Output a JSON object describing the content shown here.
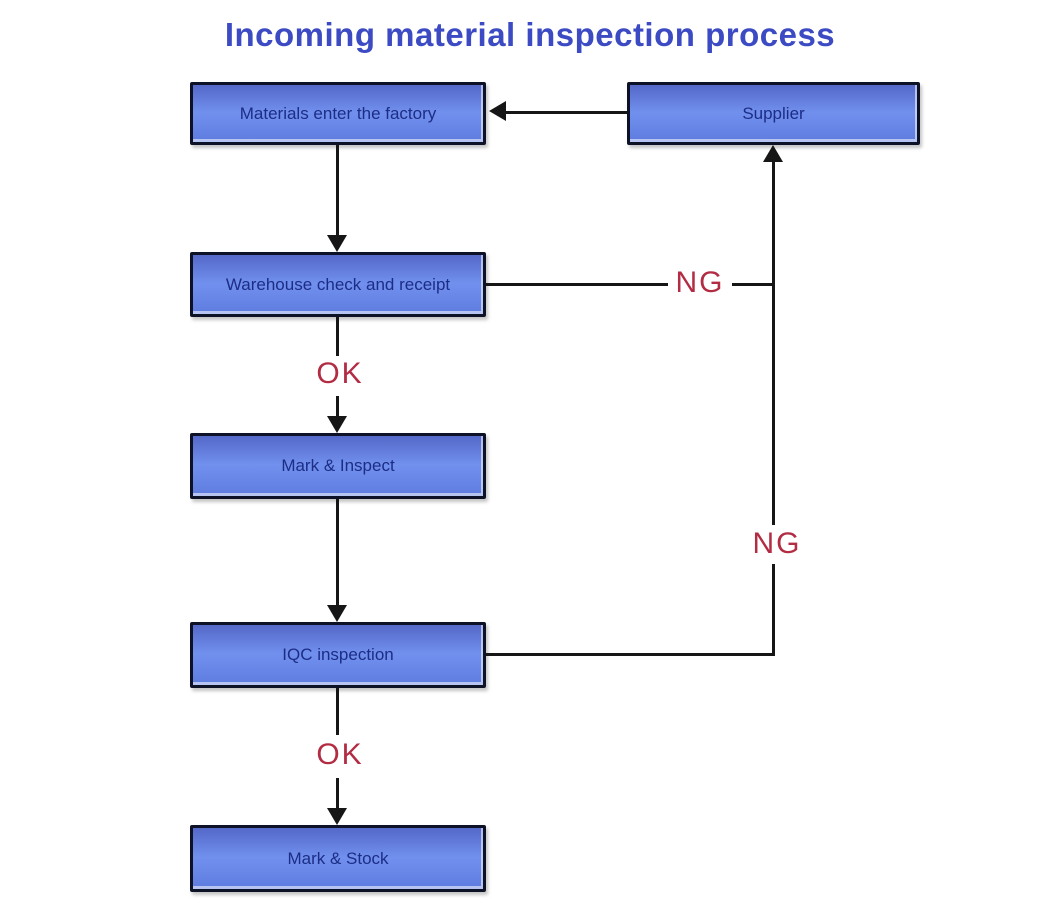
{
  "title": "Incoming material inspection process",
  "colors": {
    "background": "#ffffff",
    "title_text": "#3c4bc3",
    "box_fill_top": "#5468c8",
    "box_fill_mid": "#7190ee",
    "box_fill_bottom": "#5e7cdf",
    "box_border": "#0d1226",
    "box_text": "#1c2d85",
    "connector": "#161616",
    "status_label": "#b22c44"
  },
  "nodes": [
    {
      "id": "materials",
      "label": "Materials enter the factory"
    },
    {
      "id": "supplier",
      "label": "Supplier"
    },
    {
      "id": "warehouse",
      "label": "Warehouse check and receipt"
    },
    {
      "id": "mark-inspect",
      "label": "Mark & Inspect"
    },
    {
      "id": "iqc",
      "label": "IQC inspection"
    },
    {
      "id": "mark-stock",
      "label": "Mark & Stock"
    }
  ],
  "edge_labels": [
    {
      "id": "ok-warehouse-to-markinspect",
      "text": "OK"
    },
    {
      "id": "ng-warehouse-to-supplier",
      "text": "NG"
    },
    {
      "id": "ng-iqc-to-supplier",
      "text": "NG"
    },
    {
      "id": "ok-iqc-to-markstock",
      "text": "OK"
    }
  ],
  "edges": [
    {
      "from": "supplier",
      "to": "materials",
      "label": ""
    },
    {
      "from": "materials",
      "to": "warehouse",
      "label": ""
    },
    {
      "from": "warehouse",
      "to": "mark-inspect",
      "label": "OK"
    },
    {
      "from": "warehouse",
      "to": "supplier",
      "label": "NG"
    },
    {
      "from": "mark-inspect",
      "to": "iqc",
      "label": ""
    },
    {
      "from": "iqc",
      "to": "supplier",
      "label": "NG"
    },
    {
      "from": "iqc",
      "to": "mark-stock",
      "label": "OK"
    }
  ]
}
